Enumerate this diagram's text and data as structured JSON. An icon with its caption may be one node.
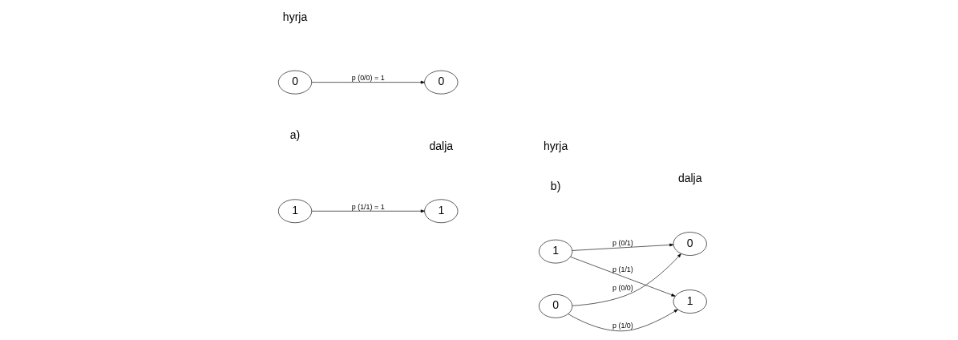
{
  "diagram": {
    "nodes": [
      {
        "text": [
          "0"
        ]
      },
      {
        "text": [
          "0"
        ]
      },
      {
        "text": [
          "1"
        ]
      },
      {
        "text": [
          "1"
        ]
      },
      {
        "text": [
          "0"
        ]
      },
      {
        "text": [
          "0"
        ]
      },
      {
        "text": [
          "1"
        ]
      },
      {
        "text": [
          "1"
        ]
      }
    ],
    "edges": [
      {
        "from": 0,
        "to": 1,
        "arrow": "to",
        "label": "p (0/0) = 1"
      },
      {
        "from": 2,
        "to": 3,
        "arrow": "to",
        "label": "p (1/1) = 1"
      },
      {
        "from": 4,
        "to": 5,
        "arrow": "to",
        "label": "p (0/0)"
      },
      {
        "from": 4,
        "to": 7,
        "arrow": "to",
        "label": "p (1/0)"
      },
      {
        "from": 6,
        "to": 5,
        "arrow": "to",
        "label": "p (0/1)"
      },
      {
        "from": 6,
        "to": 7,
        "arrow": "to",
        "label": "p (1/1)"
      }
    ],
    "labels": [
      "hyrja",
      "dalja",
      "a)",
      "hyrja",
      "dalja",
      "b)"
    ]
  }
}
